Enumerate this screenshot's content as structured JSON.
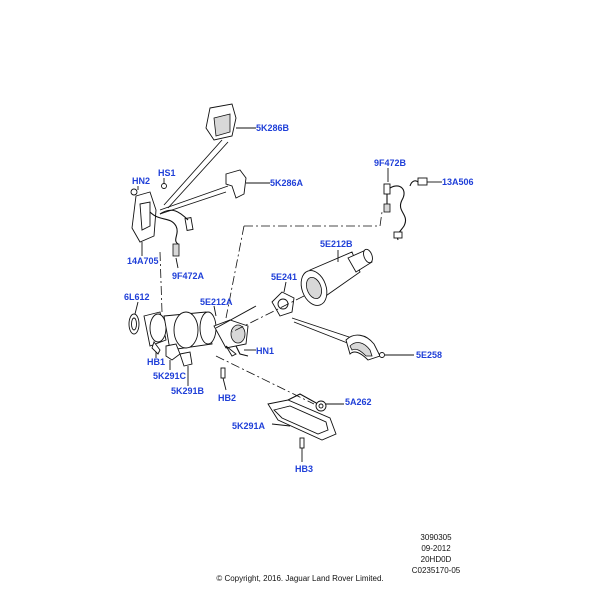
{
  "callouts": [
    {
      "id": "5K286B"
    },
    {
      "id": "5K286A"
    },
    {
      "id": "HS1"
    },
    {
      "id": "HN2"
    },
    {
      "id": "14A705"
    },
    {
      "id": "9F472A"
    },
    {
      "id": "9F472B"
    },
    {
      "id": "13A506"
    },
    {
      "id": "5E212B"
    },
    {
      "id": "5E241"
    },
    {
      "id": "6L612"
    },
    {
      "id": "5E212A"
    },
    {
      "id": "HN1"
    },
    {
      "id": "HB1"
    },
    {
      "id": "5K291C"
    },
    {
      "id": "5K291B"
    },
    {
      "id": "HB2"
    },
    {
      "id": "5E258"
    },
    {
      "id": "5A262"
    },
    {
      "id": "5K291A"
    },
    {
      "id": "HB3"
    }
  ],
  "footer": {
    "ref_number": "3090305",
    "date_code": "09-2012",
    "model_code": "20HD0D",
    "drawing_id": "C0235170-05",
    "copyright": "© Copyright, 2016. Jaguar Land Rover Limited."
  }
}
